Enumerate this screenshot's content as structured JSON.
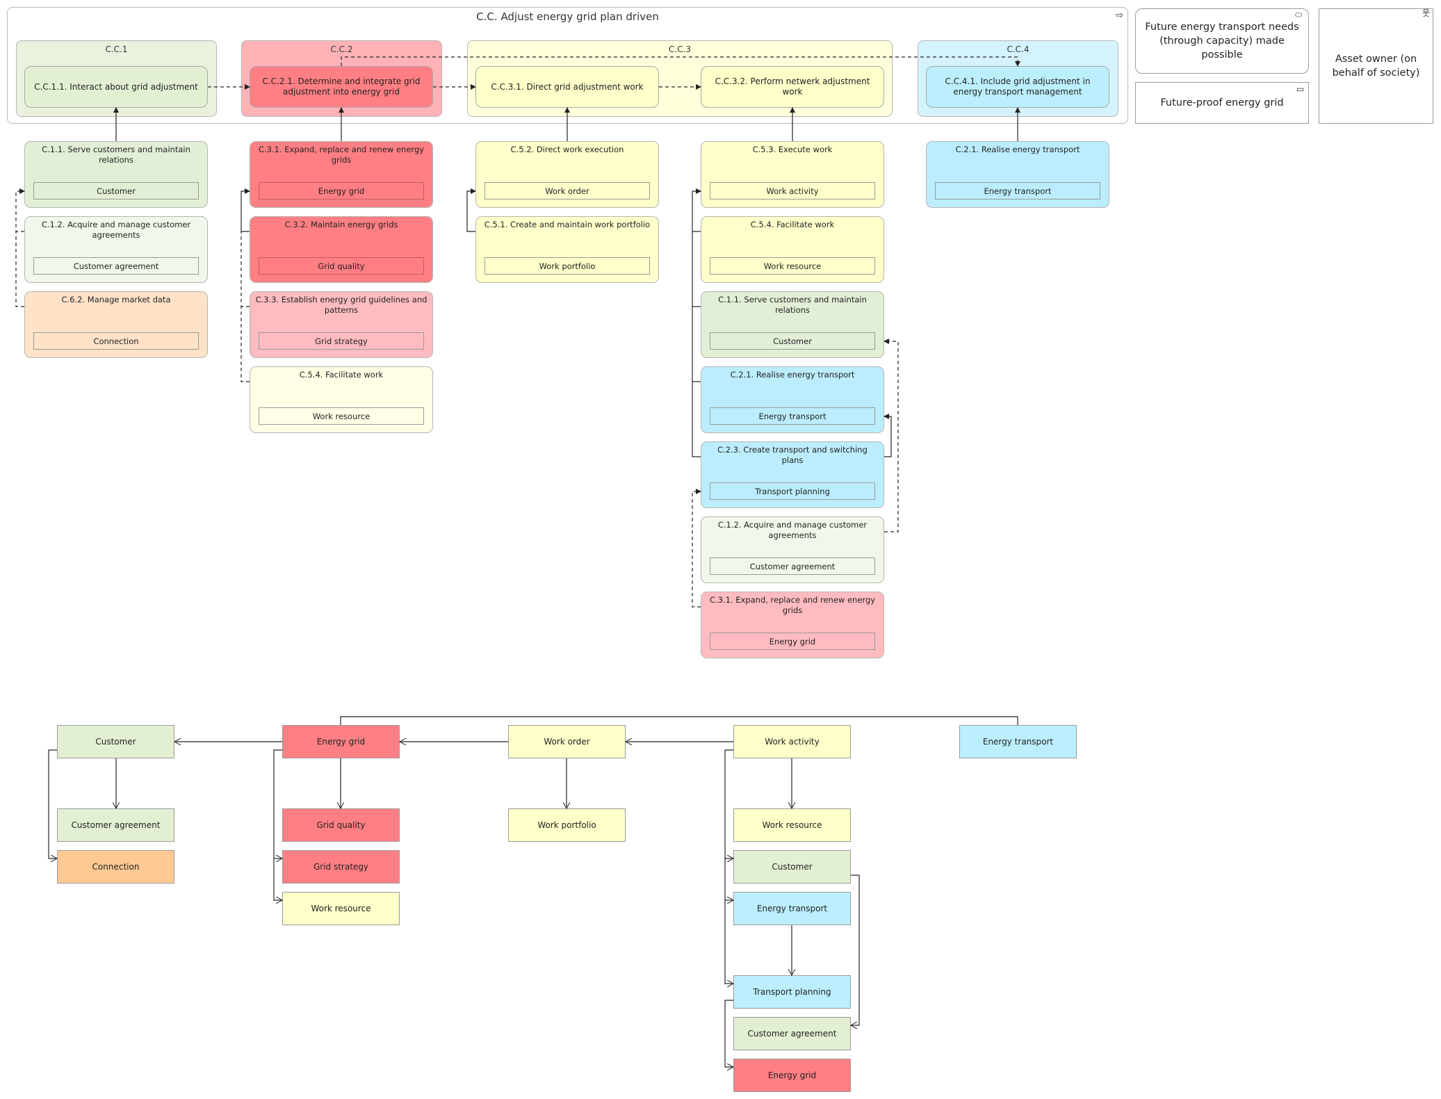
{
  "title": "C.C. Adjust energy grid plan driven",
  "colors": {
    "green_group": "#eaf2de",
    "green_cap": "#e2efd3",
    "green_card": "#e2efd6",
    "green_card_light": "#f1f7ea",
    "red_group": "#ffb3b6",
    "red_cap": "#ff7f84",
    "red_card": "#ff7f84",
    "red_card_light": "#ffbcc0",
    "yellow_group": "#ffffdc",
    "yellow_cap": "#ffffca",
    "yellow_card": "#ffffcb",
    "yellow_card_light": "#ffffe6",
    "blue_group": "#d4f3fd",
    "blue_cap": "#bceffe",
    "blue_card": "#bcedfe",
    "orange_card": "#ffe2c8",
    "orange_obj": "#ffc994"
  },
  "groups": [
    {
      "label": "C.C.1"
    },
    {
      "label": "C.C.2"
    },
    {
      "label": "C.C.3"
    },
    {
      "label": "C.C.4"
    }
  ],
  "capabilities": [
    {
      "label": "C.C.1.1. Interact about grid adjustment"
    },
    {
      "label": "C.C.2.1. Determine and integrate grid adjustment into energy grid"
    },
    {
      "label": "C.C.3.1. Direct grid adjustment work"
    },
    {
      "label": "C.C.3.2. Perform netwerk adjustment work"
    },
    {
      "label": "C.C.4.1. Include grid adjustment in energy transport management"
    }
  ],
  "side_panel": {
    "goal": "Future energy transport needs (through capacity) made possible",
    "product": "Future-proof energy grid",
    "actor": "Asset owner (on behalf of society)"
  },
  "cards": [
    {
      "title": "C.1.1. Serve customers and maintain relations",
      "object": "Customer"
    },
    {
      "title": "C.1.2. Acquire and manage customer agreements",
      "object": "Customer agreement"
    },
    {
      "title": "C.6.2. Manage market data",
      "object": "Connection"
    },
    {
      "title": "C.3.1. Expand, replace and renew energy grids",
      "object": "Energy grid"
    },
    {
      "title": "C.3.2. Maintain energy grids",
      "object": "Grid quality"
    },
    {
      "title": "C.3.3. Establish energy grid guidelines and patterns",
      "object": "Grid strategy"
    },
    {
      "title": "C.5.4. Facilitate work",
      "object": "Work resource"
    },
    {
      "title": "C.5.2. Direct work execution",
      "object": "Work order"
    },
    {
      "title": "C.5.1. Create and maintain work portfolio",
      "object": "Work portfolio"
    },
    {
      "title": "C.5.3. Execute work",
      "object": "Work activity"
    },
    {
      "title": "C.5.4. Facilitate work",
      "object": "Work resource"
    },
    {
      "title": "C.1.1. Serve customers and maintain relations",
      "object": "Customer"
    },
    {
      "title": "C.2.1. Realise energy transport",
      "object": "Energy transport"
    },
    {
      "title": "C.2.3. Create transport and switching plans",
      "object": "Transport planning"
    },
    {
      "title": "C.1.2. Acquire and manage customer agreements",
      "object": "Customer agreement"
    },
    {
      "title": "C.3.1. Expand, replace and renew energy grids",
      "object": "Energy grid"
    },
    {
      "title": "C.2.1. Realise energy transport",
      "object": "Energy transport"
    }
  ],
  "data_objects": [
    {
      "label": "Customer"
    },
    {
      "label": "Customer agreement"
    },
    {
      "label": "Connection"
    },
    {
      "label": "Energy grid"
    },
    {
      "label": "Grid quality"
    },
    {
      "label": "Grid strategy"
    },
    {
      "label": "Work resource"
    },
    {
      "label": "Work order"
    },
    {
      "label": "Work portfolio"
    },
    {
      "label": "Work activity"
    },
    {
      "label": "Work resource"
    },
    {
      "label": "Customer"
    },
    {
      "label": "Energy transport"
    },
    {
      "label": "Transport planning"
    },
    {
      "label": "Customer agreement"
    },
    {
      "label": "Energy grid"
    },
    {
      "label": "Energy transport"
    }
  ]
}
